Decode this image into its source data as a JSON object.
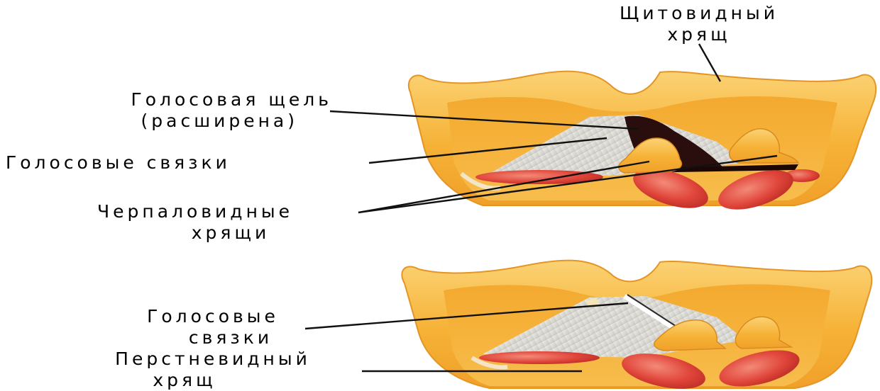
{
  "labels": {
    "thyroid": {
      "line1": "Щитовидный",
      "line2": "хрящ"
    },
    "glottis": {
      "line1": "Голосовая щель",
      "line2": "(расширена)"
    },
    "vocal_cords_top": {
      "line1": "Голосовые связки"
    },
    "arytenoid": {
      "line1": "Черпаловидные",
      "line2": "хрящи"
    },
    "vocal_cords_bottom": {
      "line1": "Голосовые",
      "line2": "связки"
    },
    "cricoid": {
      "line1": "Перстневидный",
      "line2": "хрящ"
    }
  },
  "colors": {
    "cartilage": "#f6b236",
    "cartilage_light": "#fcd680",
    "muscle": "#e0453a",
    "muscle_light": "#f07c6c",
    "glottis": "#2a0e0e",
    "fibers": "#d8d6d0",
    "leader_line": "#111111"
  }
}
